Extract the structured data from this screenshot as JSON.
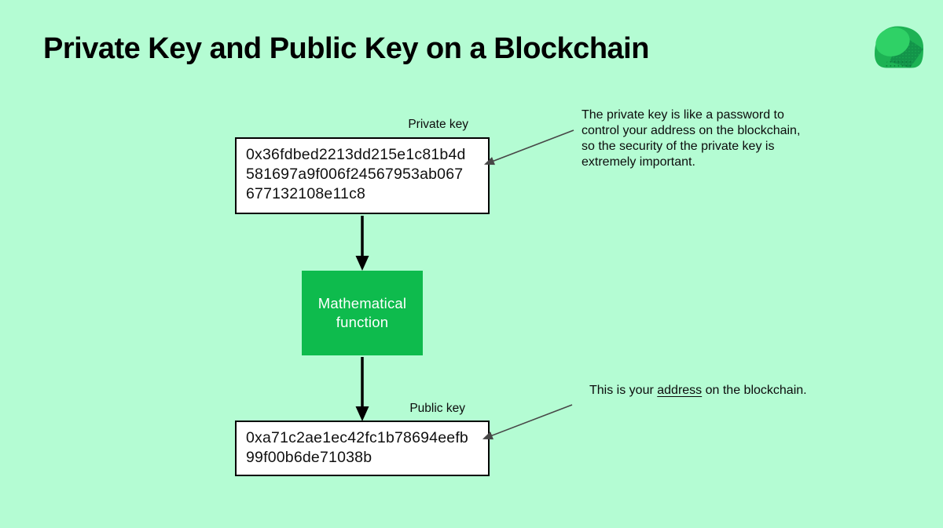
{
  "page": {
    "title": "Private Key and Public Key on a Blockchain"
  },
  "logo": {
    "icon": "leaf-drop-logo",
    "color_main": "#1db254",
    "color_light": "#2fd166",
    "color_dark": "#13944a"
  },
  "diagram": {
    "private_key": {
      "label": "Private key",
      "value": "0x36fdbed2213dd215e1c81b4d\n581697a9f006f24567953ab067\n677132108e11c8"
    },
    "function_box": {
      "label": "Mathematical\nfunction"
    },
    "public_key": {
      "label": "Public key",
      "value": "0xa71c2ae1ec42fc1b78694eefb\n99f00b6de71038b"
    }
  },
  "annotations": {
    "private_key_note": "The private key is like a password to\ncontrol your address on the blockchain,\nso the security of the private key is\nextremely important.",
    "address_note_prefix": "This is your ",
    "address_note_underlined": "address",
    "address_note_suffix": " on the blockchain."
  },
  "colors": {
    "background": "#b4fcd3",
    "function_box_green": "#0ebb4d",
    "box_border": "#000000",
    "text": "#0d0d0d",
    "annotation_arrow": "#474747",
    "flow_arrow": "#000000"
  }
}
